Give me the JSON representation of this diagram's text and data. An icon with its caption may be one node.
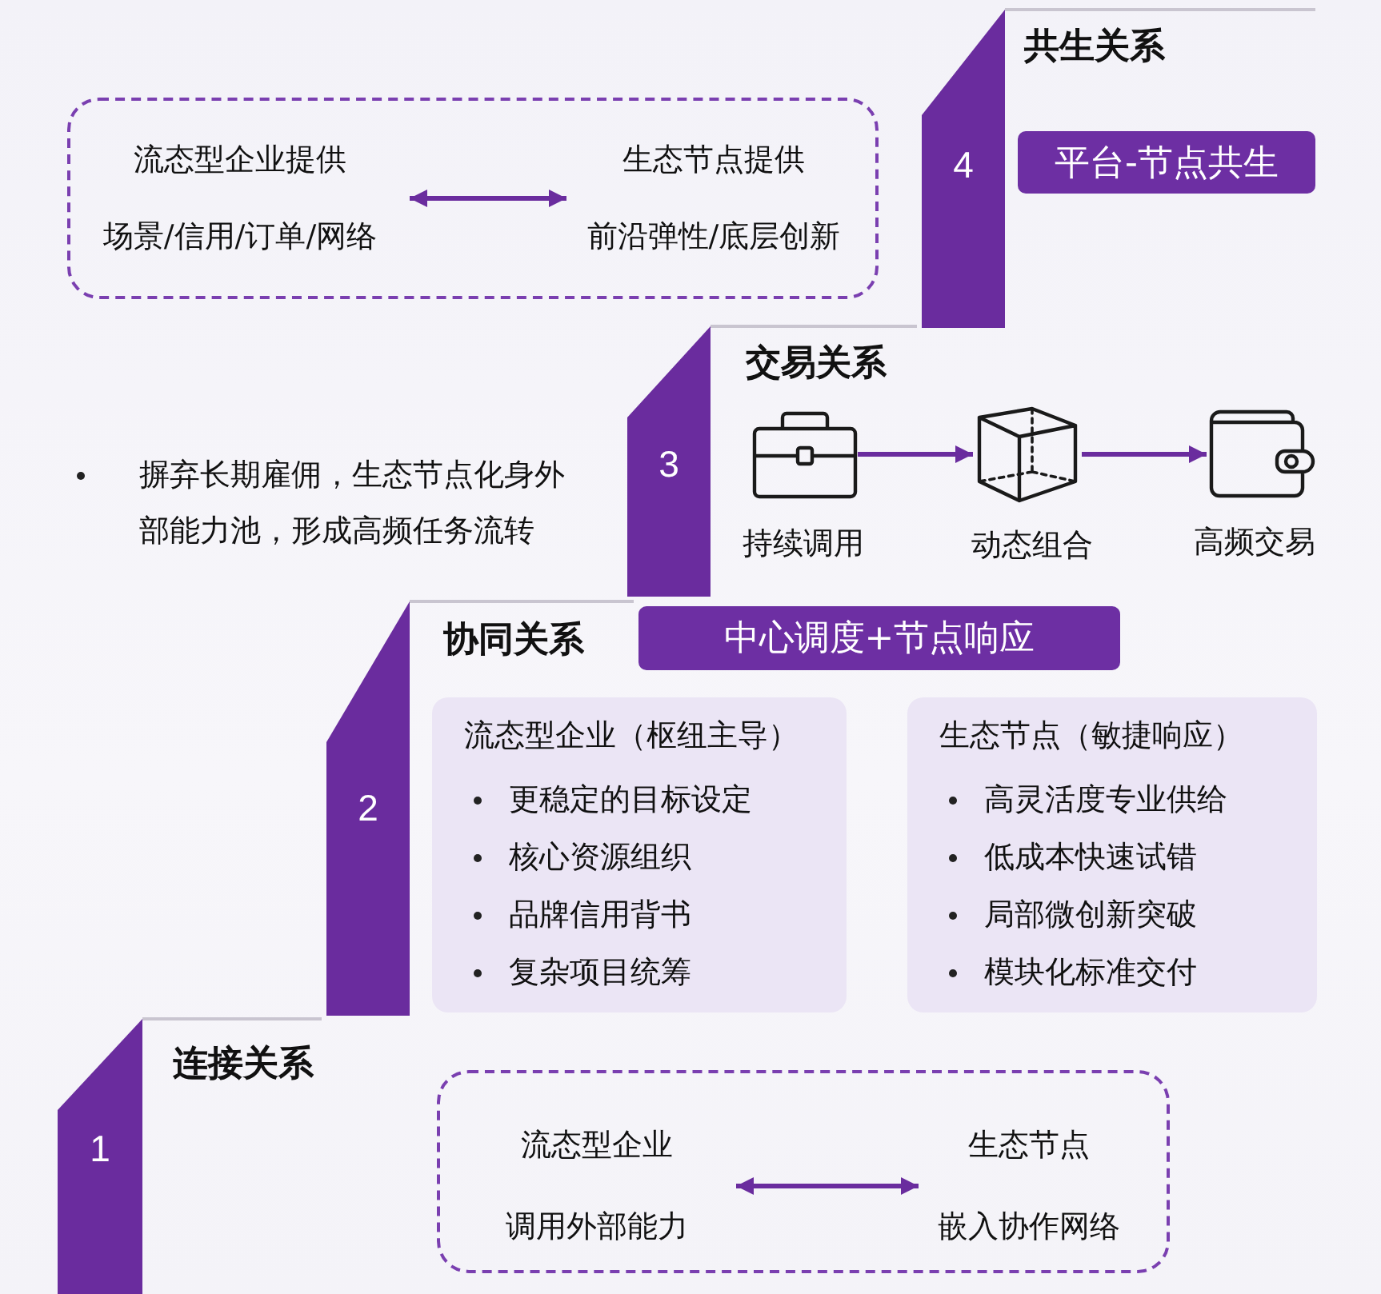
{
  "diagram": {
    "nodes": [
      {
        "text": [],
        "shape": "box"
      },
      {
        "text": [
          "流态型企业提供",
          "场景/信用/订单/网络"
        ],
        "in": 0
      },
      {
        "text": [
          "生态节点提供",
          "前沿弹性/底层创新"
        ],
        "in": 0
      },
      {
        "text": [
          "4"
        ]
      },
      {
        "text": [
          "平台-节点共生"
        ]
      },
      {
        "text": [
          "3"
        ]
      },
      {
        "text": [],
        "shape": "briefcase",
        "beside": [
          "持续调用"
        ]
      },
      {
        "text": [],
        "shape": "cube",
        "beside": [
          "动态组合"
        ]
      },
      {
        "text": [],
        "shape": "wallet",
        "beside": [
          "高频交易"
        ]
      },
      {
        "text": [
          "2"
        ]
      },
      {
        "text": [
          "中心调度+节点响应"
        ]
      },
      {
        "text": [
          "流态型企业（枢纽主导）",
          "更稳定的目标设定",
          "核心资源组织",
          "品牌信用背书",
          "复杂项目统筹"
        ]
      },
      {
        "text": [
          "生态节点（敏捷响应）",
          "高灵活度专业供给",
          "低成本快速试错",
          "局部微创新突破",
          "模块化标准交付"
        ]
      },
      {
        "text": [
          "1"
        ]
      },
      {
        "text": [],
        "shape": "box"
      },
      {
        "text": [
          "流态型企业",
          "调用外部能力"
        ],
        "in": 14
      },
      {
        "text": [
          "生态节点",
          "嵌入协作网络"
        ],
        "in": 14
      }
    ],
    "edges": [
      {
        "from": 1,
        "to": 2,
        "arrow": "both"
      },
      {
        "from": 6,
        "to": 7,
        "arrow": "to"
      },
      {
        "from": 7,
        "to": 8,
        "arrow": "to"
      },
      {
        "from": 15,
        "to": 16,
        "arrow": "both"
      }
    ],
    "labels": [
      "共生关系",
      "交易关系",
      "摒弃长期雇佣，生态节点化身外部能力池，形成高频任务流转",
      "协同关系",
      "连接关系"
    ]
  }
}
